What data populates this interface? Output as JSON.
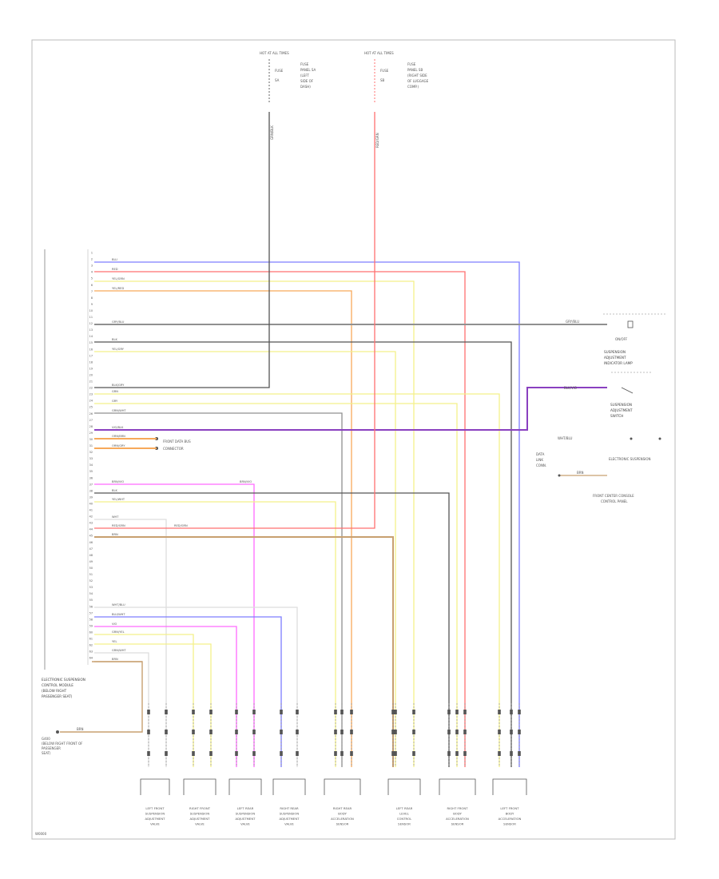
{
  "diagram": {
    "id": "W0000",
    "colors": {
      "blue": "#7d7dff",
      "red": "#ff7070",
      "yellow": "#f4f08a",
      "orange": "#f7a95a",
      "violet": "#a050e0",
      "purple": "#8a40c0",
      "gray": "#909090",
      "black": "#555555",
      "pink": "#ff6aff",
      "brown": "#c8a070",
      "green": "#7ee07e"
    },
    "module": {
      "label_lines": [
        "ELECTRONIC SUSPENSION",
        "CONTROL MODULE",
        "(BELOW RIGHT",
        "PASSENGER SEAT)"
      ]
    },
    "ground": {
      "label_lines": [
        "G400",
        "(BELOW RIGHT FRONT OF",
        "PASSENGER",
        "SEAT)"
      ],
      "wire": "BRN"
    },
    "top_feeds": [
      {
        "header": "HOT AT ALL TIMES",
        "line2": "FUSE",
        "line3": "SA",
        "fuse_lines": [
          "FUSE",
          "PANEL SA",
          "(LEFT",
          "SIDE OF",
          "DASH)"
        ],
        "wire": "GRN/BLK"
      },
      {
        "header": "HOT AT ALL TIMES",
        "line2": "FUSE",
        "line3": "SB",
        "fuse_lines": [
          "FUSE",
          "PANEL SB",
          "(RIGHT SIDE",
          "OF LUGGAGE",
          "COMP.)"
        ],
        "wire": "RED/GRN"
      }
    ],
    "pin_labels": [
      "1",
      "2",
      "3",
      "4",
      "5",
      "6",
      "7",
      "8",
      "9",
      "10",
      "11",
      "12",
      "13",
      "14",
      "15",
      "16",
      "17",
      "18",
      "19",
      "20",
      "21",
      "22",
      "23",
      "24",
      "25",
      "26",
      "27",
      "28",
      "29",
      "30",
      "31",
      "32",
      "33",
      "34",
      "35",
      "36",
      "37",
      "38",
      "39",
      "40",
      "41",
      "42",
      "43",
      "44",
      "45",
      "46",
      "47",
      "48",
      "49",
      "50",
      "51",
      "52",
      "53",
      "54",
      "55",
      "56",
      "57",
      "58",
      "59",
      "60",
      "61",
      "62",
      "63",
      "64"
    ],
    "wires": [
      {
        "label": "BLU"
      },
      {
        "label": "RED"
      },
      {
        "label": "YEL/GRN"
      },
      {
        "label": "YEL/RED"
      },
      {
        "label": "GRY/BLU"
      },
      {
        "label": "BLK"
      },
      {
        "label": "YEL/GRY"
      },
      {
        "label": "BLK/GRY"
      },
      {
        "label": "GRN"
      },
      {
        "label": "GRY"
      },
      {
        "label": "GRN/WHT"
      },
      {
        "label": "VIO/BLK"
      },
      {
        "label": "ORN/BRN"
      },
      {
        "label": "ORN/GRY"
      },
      {
        "label": "BRN/VIO"
      },
      {
        "label": "BLK"
      },
      {
        "label": "YEL/WHT"
      },
      {
        "label": "WHT"
      },
      {
        "label": "RED/GRN"
      },
      {
        "label": "BRN"
      },
      {
        "label": "WHT/BLU"
      },
      {
        "label": "BLU/WHT"
      },
      {
        "label": "VIO"
      },
      {
        "label": "GRN/YEL"
      },
      {
        "label": "YEL"
      },
      {
        "label": "GRN/WHT"
      },
      {
        "label": "BRN"
      }
    ],
    "can_note": {
      "lines": [
        "FRONT DATA BUS",
        "CONNECTOR"
      ]
    },
    "right_components": [
      {
        "name": "SUSPENSION",
        "lines": [
          "SUSPENSION",
          "ADJUSTMENT",
          "INDICATOR LAMP"
        ],
        "wire": "GRY/BLU",
        "sub": "ON/OFF"
      },
      {
        "name": "SUSPENSION SWITCH",
        "lines": [
          "SUSPENSION",
          "ADJUSTMENT",
          "SWITCH"
        ],
        "wire": "BLK/VIO"
      },
      {
        "name": "DATA LINK",
        "lines": [
          "DATA",
          "LINK",
          "CONN."
        ],
        "wire": "BRN"
      },
      {
        "name": "FRONT CENTER CONSOLE",
        "lines": [
          "FRONT CENTER CONSOLE",
          "CONTROL PANEL"
        ],
        "wire": "WHT/BLU",
        "sub": "ELECTRONIC SUSPENSION"
      }
    ],
    "bottom_components": [
      {
        "lines": [
          "LEFT FRONT",
          "SUSPENSION",
          "ADJUSTMENT",
          "VALVE"
        ]
      },
      {
        "lines": [
          "RIGHT FRONT",
          "SUSPENSION",
          "ADJUSTMENT",
          "VALVE"
        ]
      },
      {
        "lines": [
          "LEFT REAR",
          "SUSPENSION",
          "ADJUSTMENT",
          "VALVE"
        ]
      },
      {
        "lines": [
          "RIGHT REAR",
          "SUSPENSION",
          "ADJUSTMENT",
          "VALVE"
        ]
      },
      {
        "lines": [
          "RIGHT REAR",
          "BODY",
          "ACCELERATION",
          "SENSOR"
        ]
      },
      {
        "lines": [
          "LEFT REAR",
          "LEVEL",
          "CONTROL",
          "SENSOR"
        ]
      },
      {
        "lines": [
          "RIGHT FRONT",
          "BODY",
          "ACCELERATION",
          "SENSOR"
        ]
      },
      {
        "lines": [
          "LEFT FRONT",
          "BODY",
          "ACCELERATION",
          "SENSOR"
        ]
      }
    ]
  }
}
